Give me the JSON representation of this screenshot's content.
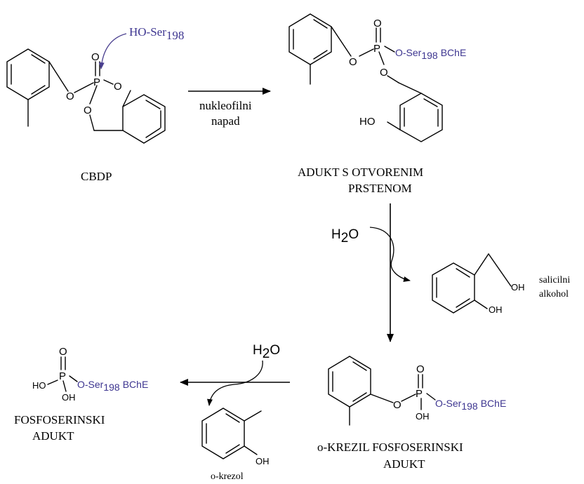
{
  "colors": {
    "ser": "#3d3590",
    "text": "#000000",
    "background": "#ffffff"
  },
  "atoms": {
    "O": "O",
    "P": "P",
    "OH": "OH",
    "HO": "HO"
  },
  "reagent": {
    "text": "HO-Ser",
    "sub": "198"
  },
  "ser_label": {
    "text": "O-Ser",
    "sub": "198",
    "enzyme": "BChE"
  },
  "water": {
    "h": "H",
    "sub": "2",
    "o": "O"
  },
  "arrow1": {
    "line1": "nukleofilni",
    "line2": "napad"
  },
  "labels": {
    "cbdp": "CBDP",
    "adukt_line1": "ADUKT S OTVORENIM",
    "adukt_line2": "PRSTENOM",
    "salicilni_line1": "salicilni",
    "salicilni_line2": "alkohol",
    "krezil_line1": "o-KREZIL FOSFOSERINSKI",
    "krezil_line2": "ADUKT",
    "fosfo_line1": "FOSFOSERINSKI",
    "fosfo_line2": "ADUKT",
    "okrezol": "o-krezol"
  }
}
